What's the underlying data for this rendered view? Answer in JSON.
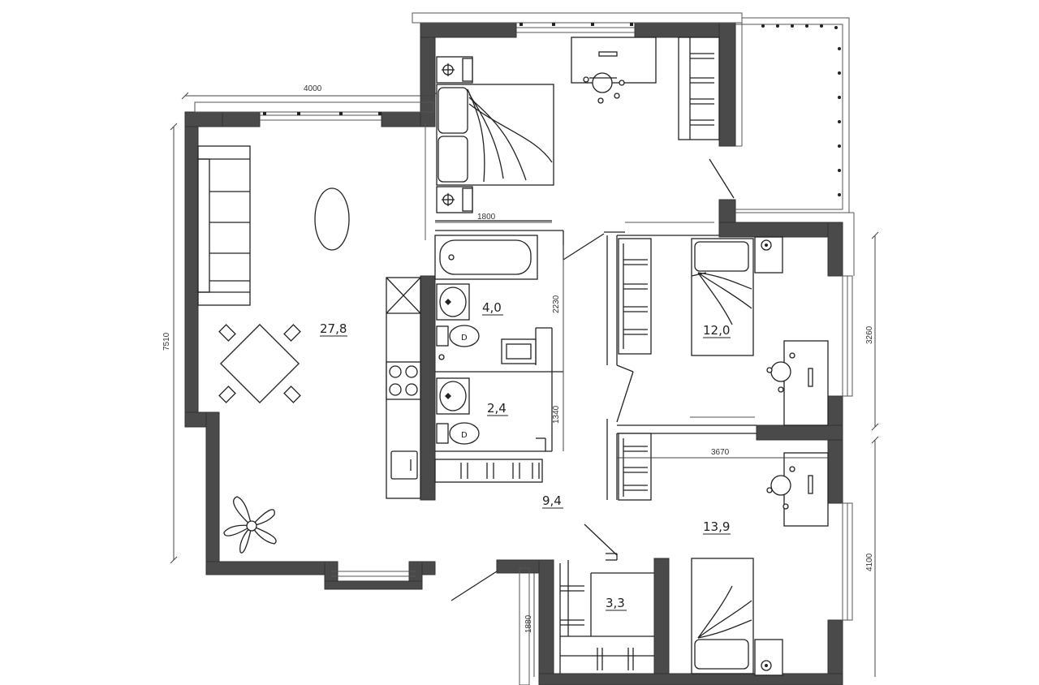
{
  "rooms": [
    {
      "id": "living",
      "area": "27,8"
    },
    {
      "id": "bath",
      "area": "4,0"
    },
    {
      "id": "wc",
      "area": "2,4"
    },
    {
      "id": "hall",
      "area": "9,4"
    },
    {
      "id": "bedroom-small",
      "area": "12,0"
    },
    {
      "id": "bedroom-large",
      "area": "13,9"
    },
    {
      "id": "storage",
      "area": "3,3"
    }
  ],
  "dimensions": {
    "top_width": "4000",
    "left_height": "7510",
    "bath_width": "1800",
    "bath_height": "2230",
    "wc_height": "1340",
    "bedroom_small_height": "3260",
    "bedroom_large_width": "3670",
    "bedroom_large_height": "4100",
    "storage_height": "1880"
  },
  "colors": {
    "wall": "#4a4a4a",
    "line": "#222222"
  }
}
